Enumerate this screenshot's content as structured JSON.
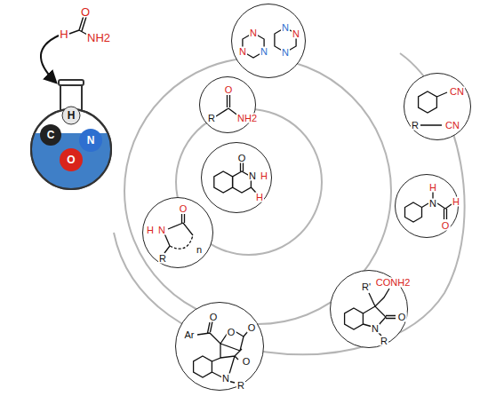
{
  "diagram": {
    "nodes": [
      {
        "text": [
          "N",
          "N",
          "N",
          "N",
          "N",
          "N"
        ]
      },
      {
        "text": [
          "O",
          "R",
          "NH2"
        ]
      },
      {
        "text": [
          "CN",
          "R",
          "CN"
        ]
      },
      {
        "text": [
          "O",
          "N",
          "H",
          "H"
        ]
      },
      {
        "text": [
          "H",
          "N",
          "O",
          "H"
        ]
      },
      {
        "text": [
          "O",
          "H",
          "N",
          "R",
          "n"
        ]
      },
      {
        "text": [
          "R'",
          "CONH2",
          "O",
          "N",
          "R"
        ]
      },
      {
        "text": [
          "Ar",
          "O",
          "O",
          "O",
          "O",
          "N",
          "R"
        ]
      }
    ],
    "labels": [
      "O",
      "H",
      "NH2",
      "H",
      "C",
      "O",
      "N"
    ]
  }
}
